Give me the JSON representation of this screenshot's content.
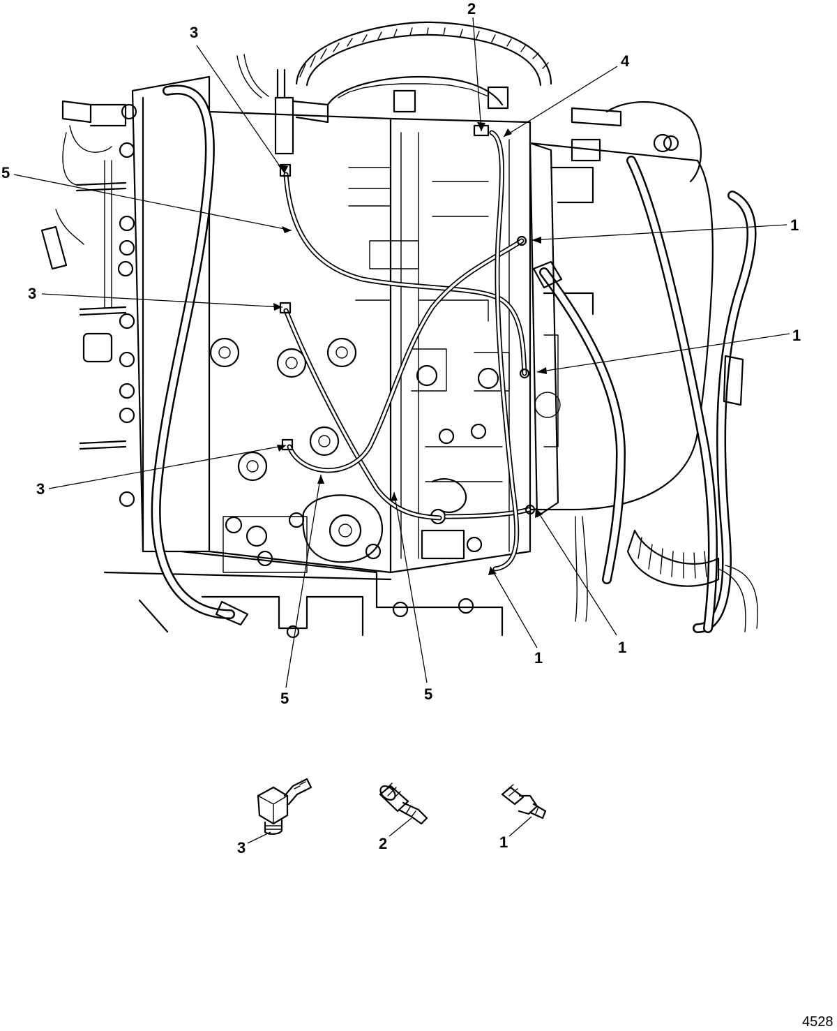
{
  "figure_number": "4528",
  "callouts": {
    "c1_top": "1",
    "c1_mid": "1",
    "c1_bot_left": "1",
    "c1_bot_right": "1",
    "c2_top": "2",
    "c3_top": "3",
    "c3_mid": "3",
    "c3_low": "3",
    "c4_top": "4",
    "c5_left": "5",
    "c5_bot_left": "5",
    "c5_bot_right": "5"
  },
  "parts": [
    {
      "id": "3",
      "icon": "elbow-fitting-icon"
    },
    {
      "id": "2",
      "icon": "barbed-connector-icon"
    },
    {
      "id": "1",
      "icon": "straight-fitting-icon"
    }
  ]
}
